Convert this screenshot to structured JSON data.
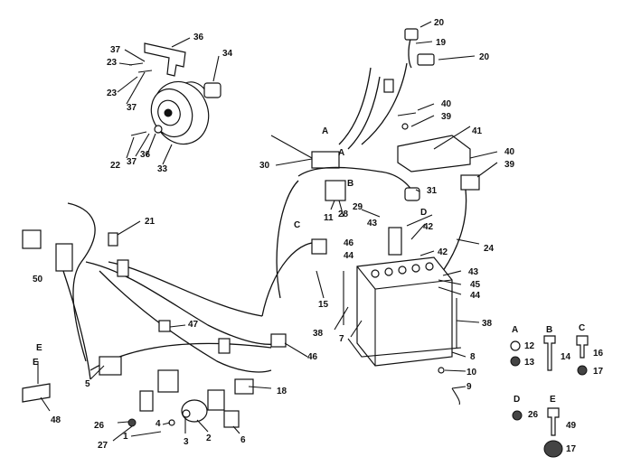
{
  "callouts": [
    {
      "id": "c20a",
      "text": "20"
    },
    {
      "id": "c19",
      "text": "19"
    },
    {
      "id": "c20b",
      "text": "20"
    },
    {
      "id": "c36",
      "text": "36"
    },
    {
      "id": "c34",
      "text": "34"
    },
    {
      "id": "c37a",
      "text": "37"
    },
    {
      "id": "c23a",
      "text": "23"
    },
    {
      "id": "c23b",
      "text": "23"
    },
    {
      "id": "c37b",
      "text": "37"
    },
    {
      "id": "c22",
      "text": "22"
    },
    {
      "id": "c37c",
      "text": "37"
    },
    {
      "id": "c36b",
      "text": "36"
    },
    {
      "id": "c33",
      "text": "33"
    },
    {
      "id": "c40a",
      "text": "40"
    },
    {
      "id": "c39a",
      "text": "39"
    },
    {
      "id": "c41",
      "text": "41"
    },
    {
      "id": "c40b",
      "text": "40"
    },
    {
      "id": "c39b",
      "text": "39"
    },
    {
      "id": "c30",
      "text": "30"
    },
    {
      "id": "cA1",
      "text": "A"
    },
    {
      "id": "cA2",
      "text": "A"
    },
    {
      "id": "cB",
      "text": "B"
    },
    {
      "id": "c31",
      "text": "31"
    },
    {
      "id": "c29",
      "text": "29"
    },
    {
      "id": "cD",
      "text": "D"
    },
    {
      "id": "c11",
      "text": "11"
    },
    {
      "id": "c28a",
      "text": "28"
    },
    {
      "id": "c43a",
      "text": "43"
    },
    {
      "id": "c42a",
      "text": "42"
    },
    {
      "id": "c24",
      "text": "24"
    },
    {
      "id": "cC",
      "text": "C"
    },
    {
      "id": "c46a",
      "text": "46"
    },
    {
      "id": "c44a",
      "text": "44"
    },
    {
      "id": "c42b",
      "text": "42"
    },
    {
      "id": "c43b",
      "text": "43"
    },
    {
      "id": "c45",
      "text": "45"
    },
    {
      "id": "c44b",
      "text": "44"
    },
    {
      "id": "c15",
      "text": "15"
    },
    {
      "id": "c21",
      "text": "21"
    },
    {
      "id": "c50",
      "text": "50"
    },
    {
      "id": "c47",
      "text": "47"
    },
    {
      "id": "c38a",
      "text": "38"
    },
    {
      "id": "c7",
      "text": "7"
    },
    {
      "id": "c38b",
      "text": "38"
    },
    {
      "id": "c46b",
      "text": "46"
    },
    {
      "id": "c8",
      "text": "8"
    },
    {
      "id": "c10",
      "text": "10"
    },
    {
      "id": "c9",
      "text": "9"
    },
    {
      "id": "cE1",
      "text": "E"
    },
    {
      "id": "cE2",
      "text": "E"
    },
    {
      "id": "c5",
      "text": "5"
    },
    {
      "id": "c48",
      "text": "48"
    },
    {
      "id": "c18",
      "text": "18"
    },
    {
      "id": "c26a",
      "text": "26"
    },
    {
      "id": "c4",
      "text": "4"
    },
    {
      "id": "c27",
      "text": "27"
    },
    {
      "id": "c1",
      "text": "1"
    },
    {
      "id": "c3",
      "text": "3"
    },
    {
      "id": "c2",
      "text": "2"
    },
    {
      "id": "c6",
      "text": "6"
    }
  ],
  "legend": {
    "A": {
      "letter": "A",
      "part_a": "12",
      "part_b": "13"
    },
    "B": {
      "letter": "B",
      "part": "14"
    },
    "C": {
      "letter": "C",
      "part_a": "16",
      "part_b": "17"
    },
    "D": {
      "letter": "D",
      "part": "26"
    },
    "E": {
      "letter": "E",
      "part_a": "49",
      "part_b": "17"
    }
  }
}
